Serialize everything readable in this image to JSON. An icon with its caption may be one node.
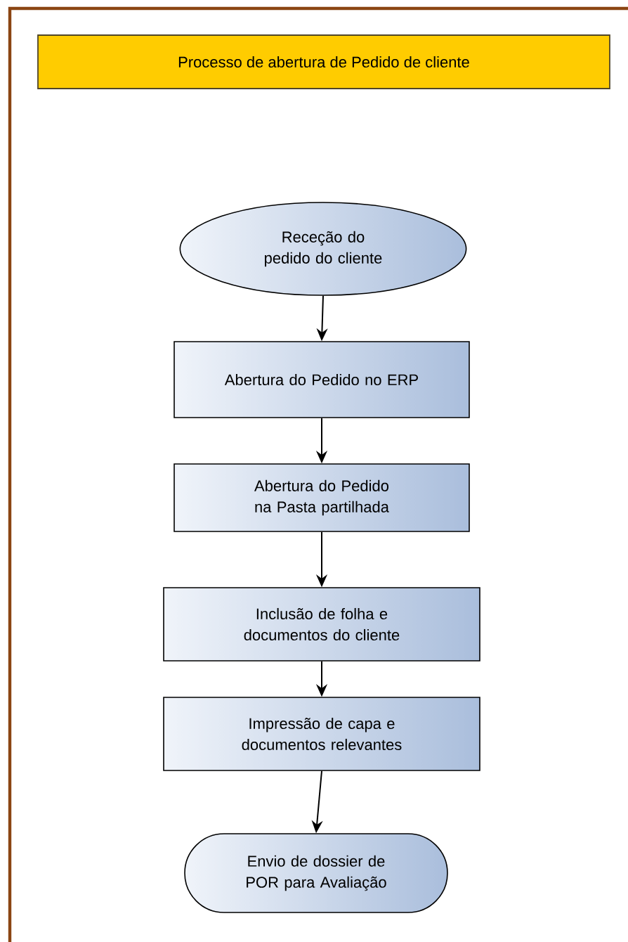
{
  "diagram": {
    "title": "Processo de abertura de Pedido de cliente",
    "nodes": [
      {
        "text": [
          "Receção do pedido do cliente"
        ]
      },
      {
        "text": [
          "Abertura do Pedido no ERP"
        ]
      },
      {
        "text": [
          "Abertura do Pedido na Pasta partilhada"
        ]
      },
      {
        "text": [
          "Inclusão de folha e documentos do cliente"
        ]
      },
      {
        "text": [
          "Impressão de capa e documentos relevantes"
        ]
      },
      {
        "text": [
          "Envio de dossier de POR para Avaliação"
        ]
      }
    ],
    "edges": [
      {
        "from": 0,
        "to": 1,
        "arrow": "to"
      },
      {
        "from": 1,
        "to": 2,
        "arrow": "to"
      },
      {
        "from": 2,
        "to": 3,
        "arrow": "to"
      },
      {
        "from": 3,
        "to": 4,
        "arrow": "to"
      },
      {
        "from": 4,
        "to": 5,
        "arrow": "to"
      }
    ]
  }
}
